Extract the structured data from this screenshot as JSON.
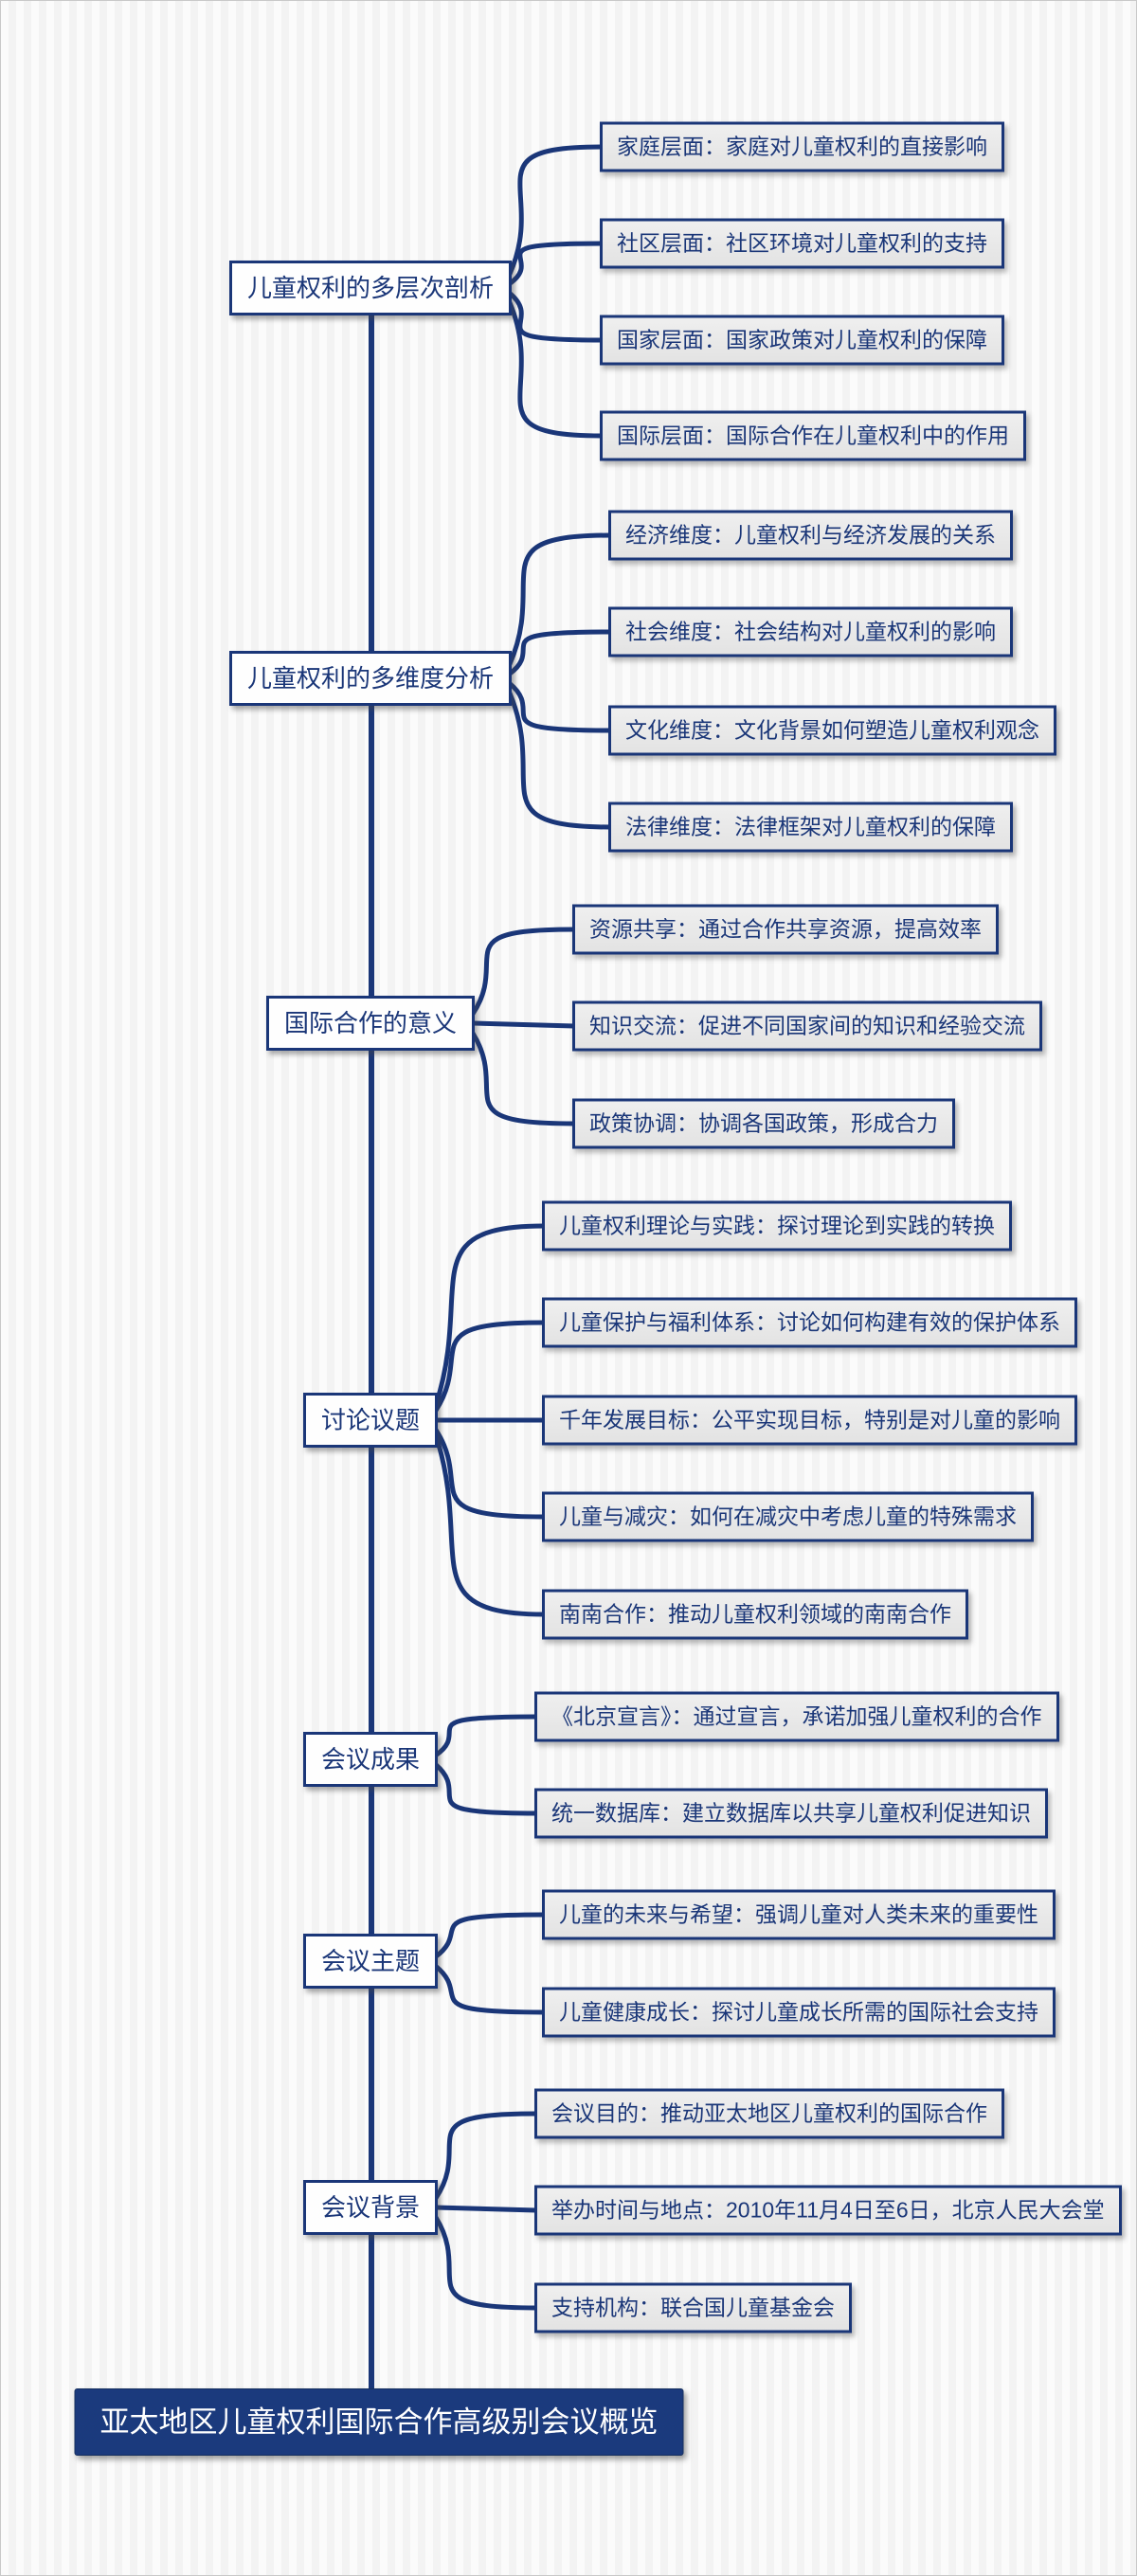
{
  "page_title": "亚太地区儿童权利国际合作高级别会议概览",
  "colors": {
    "accent_navy": "#1a3678",
    "root_background": "#1b3a7d",
    "child_background": "#e9e9e9",
    "topic_background": "#ffffff",
    "page_background": "#f6f6f6"
  },
  "root": {
    "label": "亚太地区儿童权利国际合作高级别会议概览"
  },
  "topics": [
    {
      "label": "儿童权利的多层次剖析",
      "children": [
        "家庭层面：家庭对儿童权利的直接影响",
        "社区层面：社区环境对儿童权利的支持",
        "国家层面：国家政策对儿童权利的保障",
        "国际层面：国际合作在儿童权利中的作用"
      ]
    },
    {
      "label": "儿童权利的多维度分析",
      "children": [
        "经济维度：儿童权利与经济发展的关系",
        "社会维度：社会结构对儿童权利的影响",
        "文化维度：文化背景如何塑造儿童权利观念",
        "法律维度：法律框架对儿童权利的保障"
      ]
    },
    {
      "label": "国际合作的意义",
      "children": [
        "资源共享：通过合作共享资源，提高效率",
        "知识交流：促进不同国家间的知识和经验交流",
        "政策协调：协调各国政策，形成合力"
      ]
    },
    {
      "label": "讨论议题",
      "children": [
        "儿童权利理论与实践：探讨理论到实践的转换",
        "儿童保护与福利体系：讨论如何构建有效的保护体系",
        "千年发展目标：公平实现目标，特别是对儿童的影响",
        "儿童与减灾：如何在减灾中考虑儿童的特殊需求",
        "南南合作：推动儿童权利领域的南南合作"
      ]
    },
    {
      "label": "会议成果",
      "children": [
        "《北京宣言》：通过宣言，承诺加强儿童权利的合作",
        "统一数据库：建立数据库以共享儿童权利促进知识"
      ]
    },
    {
      "label": "会议主题",
      "children": [
        "儿童的未来与希望：强调儿童对人类未来的重要性",
        "儿童健康成长：探讨儿童成长所需的国际社会支持"
      ]
    },
    {
      "label": "会议背景",
      "children": [
        "会议目的：推动亚太地区儿童权利的国际合作",
        "举办时间与地点：2010年11月4日至6日，北京人民大会堂",
        "支持机构：联合国儿童基金会"
      ]
    }
  ]
}
